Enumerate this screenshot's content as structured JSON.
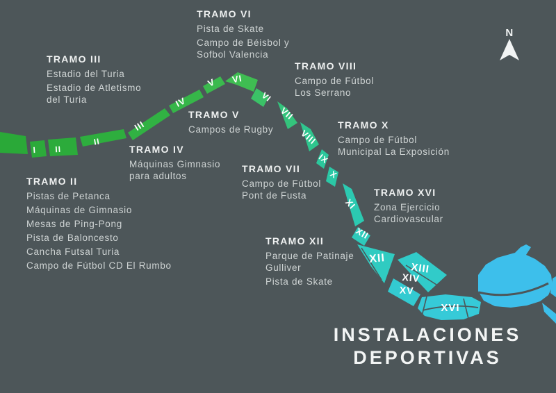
{
  "title": {
    "line1": "INSTALACIONES",
    "line2": "DEPORTIVAS"
  },
  "compass": {
    "label": "N"
  },
  "colors": {
    "background": "#4d5659",
    "heading_text": "#eff1f1",
    "body_text": "#cfd4d4",
    "title_text": "#f3f5f5",
    "numeral_text": "#ffffff",
    "river_start_green": "#2aa938",
    "river_mid_teal": "#2fc58e",
    "river_end_turquoise": "#36cad8",
    "estuary_cyan": "#3dbfeb"
  },
  "river": {
    "start_color": "#2aa938",
    "estuary_color": "#3dbfeb",
    "segments": [
      {
        "numeral": "I",
        "color": "#2caa3a"
      },
      {
        "numeral": "II",
        "color": "#2cab3b"
      },
      {
        "numeral": "II",
        "color": "#2eae3e"
      },
      {
        "numeral": "III",
        "color": "#31b243"
      },
      {
        "numeral": "IV",
        "color": "#36b649"
      },
      {
        "numeral": "V",
        "color": "#3bba4e"
      },
      {
        "numeral": "VI",
        "color": "#3fbd52"
      },
      {
        "numeral": "VI",
        "color": "#3bc167"
      },
      {
        "numeral": "VII",
        "color": "#34c37c"
      },
      {
        "numeral": "VIII",
        "color": "#2fc58e"
      },
      {
        "numeral": "IX",
        "color": "#2cc79c"
      },
      {
        "numeral": "X",
        "color": "#2bc8a6"
      },
      {
        "numeral": "XI",
        "color": "#2cc9b1"
      },
      {
        "numeral": "XII",
        "color": "#2ecabb"
      },
      {
        "numeral": "XII",
        "color": "#30cbc1"
      },
      {
        "numeral": "XIII",
        "color": "#31cbc9"
      },
      {
        "numeral": "XIV",
        "color": "#32cbcd"
      },
      {
        "numeral": "XV",
        "color": "#33cbd1"
      },
      {
        "numeral": "XVI",
        "color": "#36cad8"
      }
    ]
  },
  "tramos": [
    {
      "name": "TRAMO III",
      "items": [
        [
          "Estadio del Turia"
        ],
        [
          "Estadio de Atletismo",
          "del Turia"
        ]
      ]
    },
    {
      "name": "TRAMO VI",
      "items": [
        [
          "Pista de Skate"
        ],
        [
          "Campo de Béisbol y",
          "Sofbol Valencia"
        ]
      ]
    },
    {
      "name": "TRAMO VIII",
      "items": [
        [
          "Campo de Fútbol",
          "Los Serrano"
        ]
      ]
    },
    {
      "name": "TRAMO V",
      "items": [
        [
          "Campos de Rugby"
        ]
      ]
    },
    {
      "name": "TRAMO X",
      "items": [
        [
          "Campo de Fútbol",
          "Municipal La Exposición"
        ]
      ]
    },
    {
      "name": "TRAMO IV",
      "items": [
        [
          "Máquinas Gimnasio",
          "para adultos"
        ]
      ]
    },
    {
      "name": "TRAMO VII",
      "items": [
        [
          "Campo de Fútbol",
          "Pont de Fusta"
        ]
      ]
    },
    {
      "name": "TRAMO II",
      "items": [
        [
          "Pistas de Petanca"
        ],
        [
          "Máquinas de Gimnasio"
        ],
        [
          "Mesas de Ping-Pong"
        ],
        [
          "Pista de Baloncesto"
        ],
        [
          "Cancha Futsal Turia"
        ],
        [
          "Campo de Fútbol CD El Rumbo"
        ]
      ]
    },
    {
      "name": "TRAMO XVI",
      "items": [
        [
          "Zona Ejercicio",
          "Cardiovascular"
        ]
      ]
    },
    {
      "name": "TRAMO XII",
      "items": [
        [
          "Parque de Patinaje",
          "Gulliver"
        ],
        [
          "Pista de Skate"
        ]
      ]
    }
  ]
}
